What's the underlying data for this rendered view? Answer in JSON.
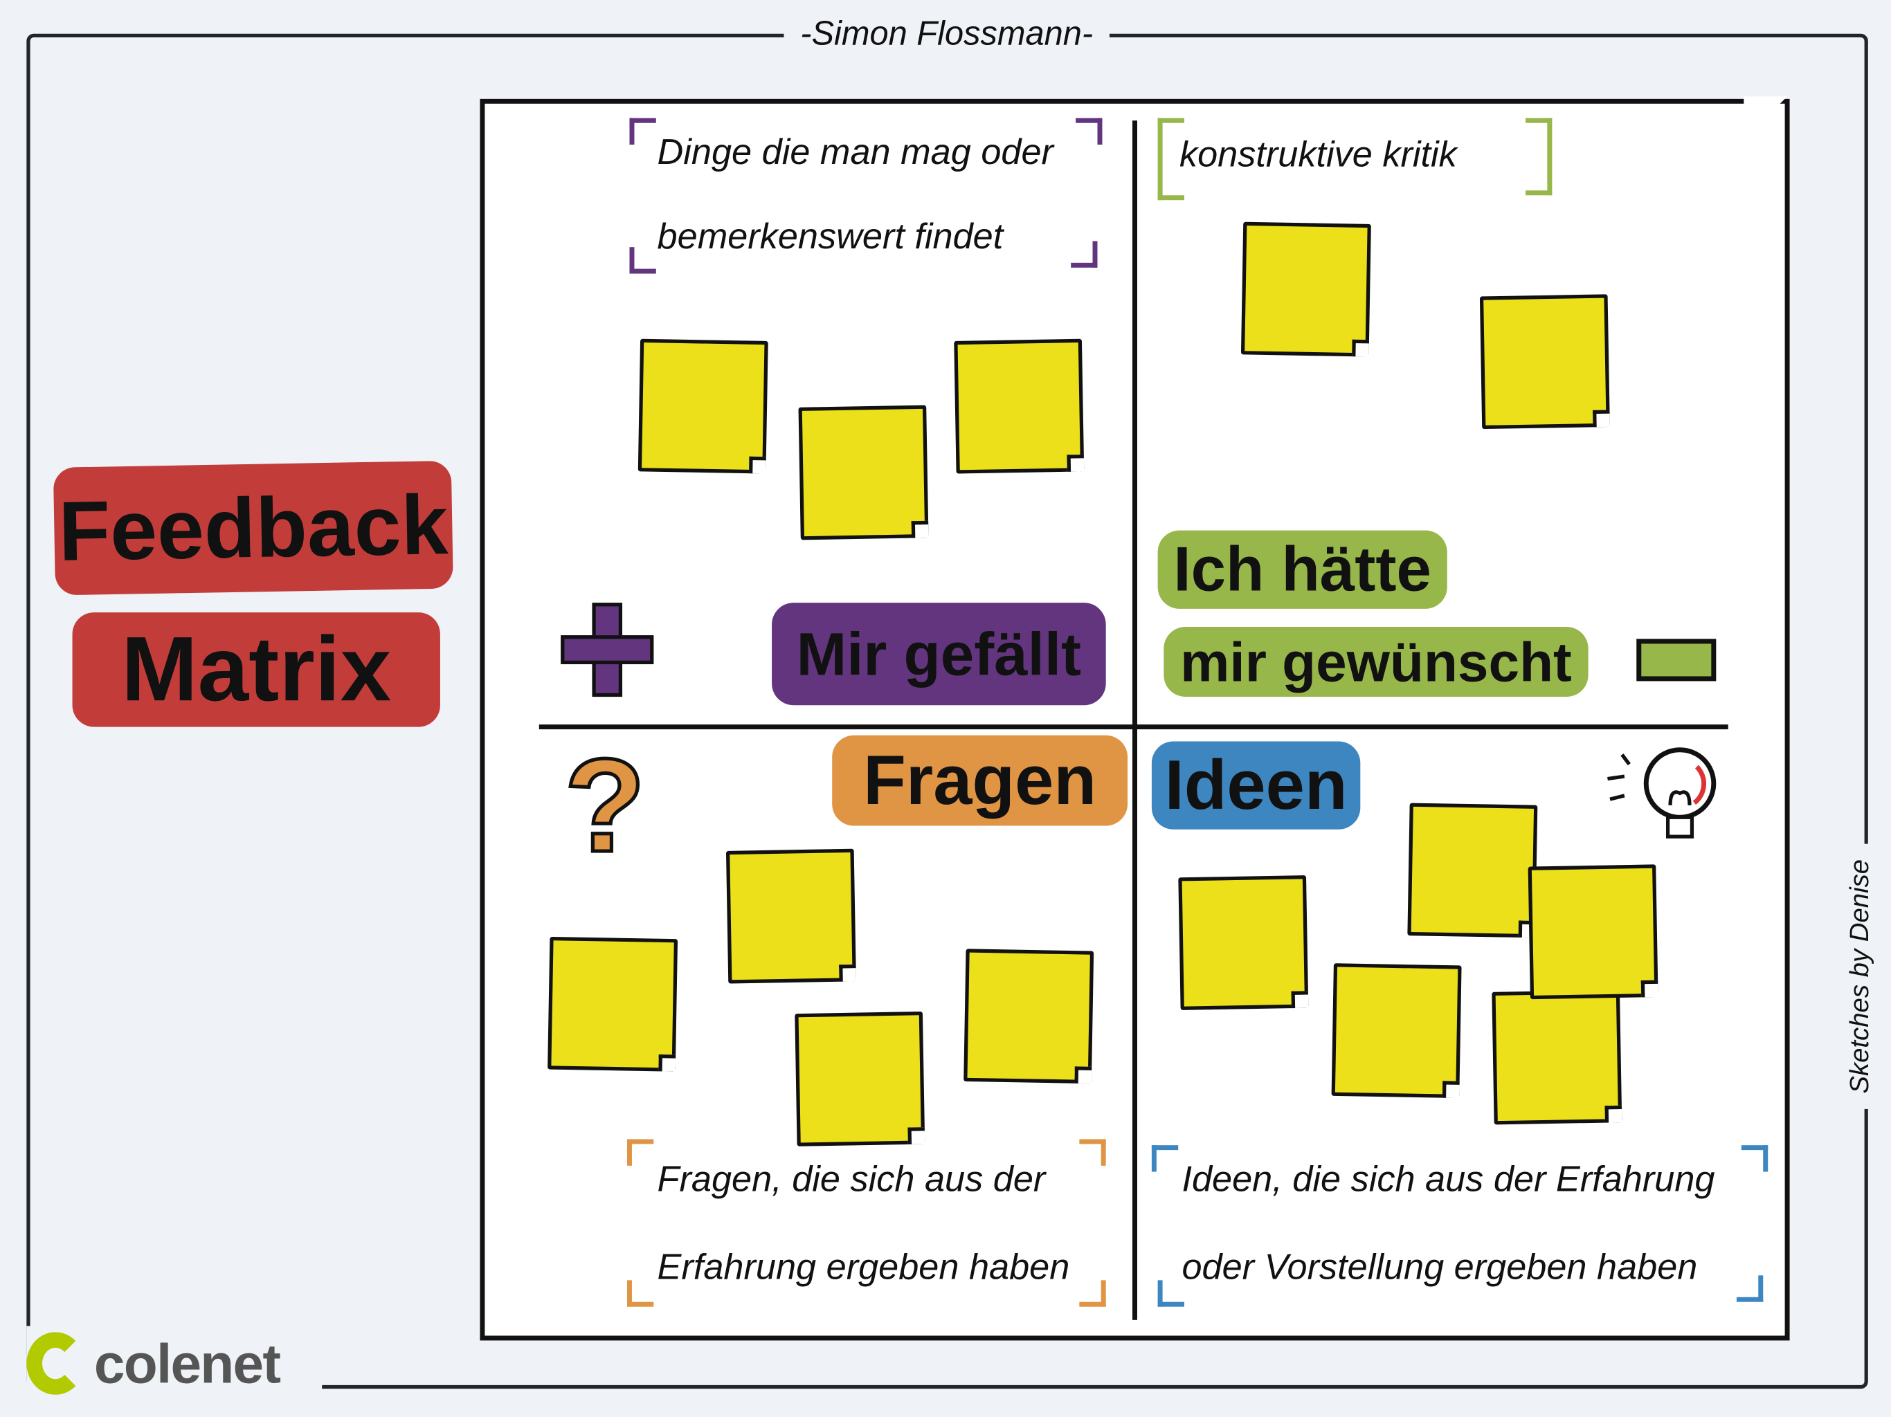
{
  "author": "-Simon Flossmann-",
  "credit": "Sketches by Denise",
  "logo": {
    "text": "colenet",
    "color": "#b2ca00"
  },
  "title": {
    "line1": "Feedback",
    "line2": "Matrix",
    "color": "#c23d3a"
  },
  "quadrants": {
    "top_left": {
      "label": "Mir gefällt",
      "desc1": "Dinge die man mag oder",
      "desc2": "bemerkenswert findet",
      "icon": "plus-icon",
      "color": "#62357e",
      "notes": 3
    },
    "top_right": {
      "label1": "Ich hätte",
      "label2": "mir gewünscht",
      "desc1": "konstruktive kritik",
      "icon": "minus-icon",
      "color": "#97b74a",
      "notes": 2
    },
    "bottom_left": {
      "label": "Fragen",
      "desc1": "Fragen, die sich aus der",
      "desc2": "Erfahrung ergeben haben",
      "icon": "question-mark-icon",
      "icon_text": "?",
      "color": "#df9544",
      "notes": 4
    },
    "bottom_right": {
      "label": "Ideen",
      "desc1": "Ideen, die sich aus der Erfahrung",
      "desc2": "oder Vorstellung ergeben haben",
      "icon": "light-bulb-icon",
      "color": "#3e86bf",
      "notes": 5
    }
  },
  "note_color": "#ebe01a"
}
